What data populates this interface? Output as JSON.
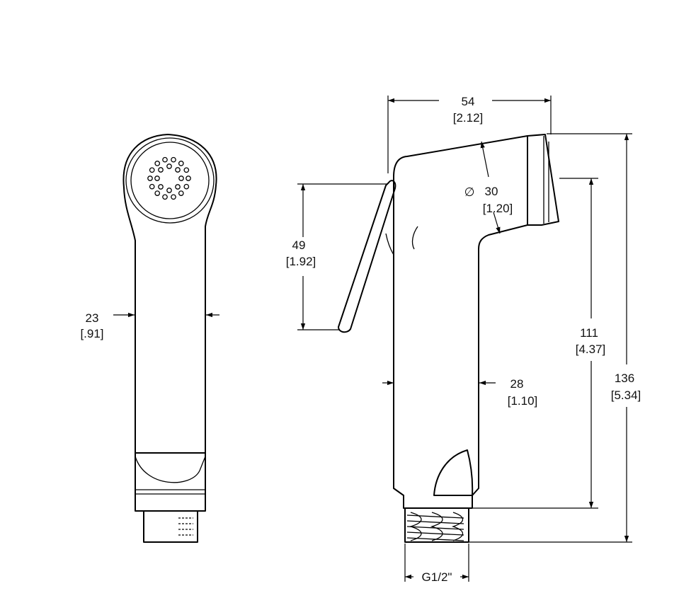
{
  "colors": {
    "line": "#000000",
    "background": "#ffffff",
    "text": "#111111"
  },
  "front_view": {
    "width_dim": {
      "value": "23",
      "inch": "[.91]"
    }
  },
  "side_view": {
    "top_width_dim": {
      "value": "54",
      "inch": "[2.12]"
    },
    "head_diameter_dim": {
      "symbol": "∅",
      "value": "30",
      "inch": "[1.20]"
    },
    "lever_length_dim": {
      "value": "49",
      "inch": "[1.92]"
    },
    "body_width_dim": {
      "value": "28",
      "inch": "[1.10]"
    },
    "body_height_dim": {
      "value": "111",
      "inch": "[4.37]"
    },
    "overall_height_dim": {
      "value": "136",
      "inch": "[5.34]"
    },
    "thread_dim": {
      "value": "G1/2\""
    }
  }
}
